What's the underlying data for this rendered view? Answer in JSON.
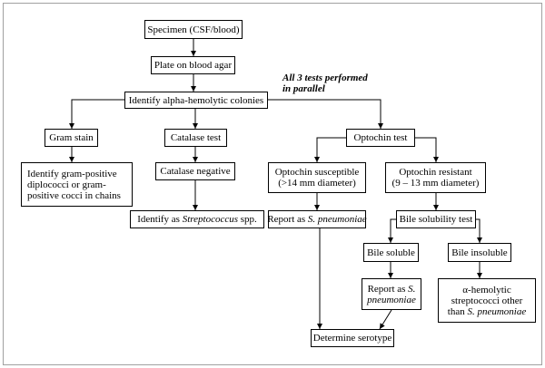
{
  "boxes": {
    "specimen": "Specimen (CSF/blood)",
    "plate": "Plate on blood agar",
    "identify": "Identify alpha-hemolytic colonies",
    "gram_stain": "Gram stain",
    "catalase_test": "Catalase test",
    "optochin_test": "Optochin test",
    "gram_result": [
      "Identify gram-positive",
      "diplococci or gram-",
      "positive cocci in chains"
    ],
    "catalase_negative": "Catalase negative",
    "identify_strep": {
      "before": "Identify as ",
      "italic": "Streptococcus",
      "after": " spp."
    },
    "optochin_susceptible": [
      "Optochin susceptible",
      "(>14 mm diameter)"
    ],
    "optochin_resistant": [
      "Optochin resistant",
      "(9 – 13 mm diameter)"
    ],
    "report_left": {
      "before": "Report as ",
      "italic": "S. pneumoniae"
    },
    "bile_test": "Bile solubility test",
    "bile_soluble": "Bile soluble",
    "bile_insoluble": "Bile insoluble",
    "report_right": {
      "line1_before": "Report as ",
      "line1_italic": "S.",
      "line2_italic": "pneumoniae"
    },
    "alpha_other": {
      "line1": "α-hemolytic",
      "line2": "streptococci other",
      "line3_before": "than ",
      "line3_italic": "S. pneumoniae"
    },
    "serotype": "Determine serotype"
  },
  "annotation": [
    "All 3 tests performed",
    "in parallel"
  ],
  "colors": {
    "line": "#000000",
    "frame": "#a0a0a0",
    "background": "#ffffff"
  }
}
